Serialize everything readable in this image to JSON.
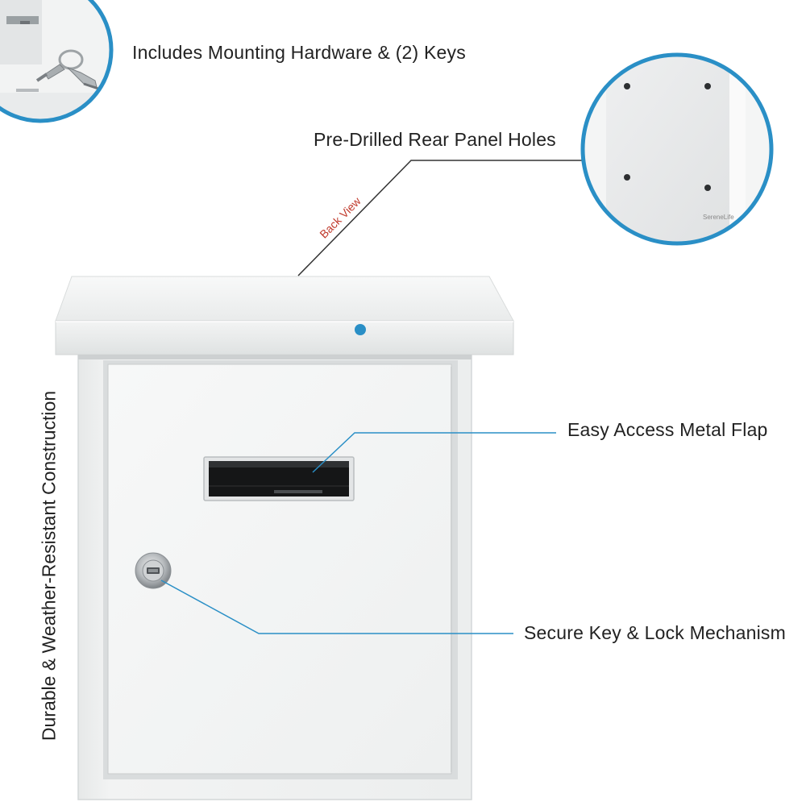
{
  "callouts": {
    "hardware": "Includes Mounting Hardware & (2) Keys",
    "rear_holes": "Pre-Drilled Rear Panel Holes",
    "back_view": "Back View",
    "flap": "Easy Access Metal Flap",
    "lock": "Secure Key & Lock Mechanism",
    "construction": "Durable & Weather-Resistant Construction"
  },
  "brand_mark": "SereneLife",
  "colors": {
    "accent_blue": "#2a8fc6",
    "back_view_red": "#c0392b",
    "body_white": "#f4f5f5",
    "line_dark": "#333333"
  }
}
